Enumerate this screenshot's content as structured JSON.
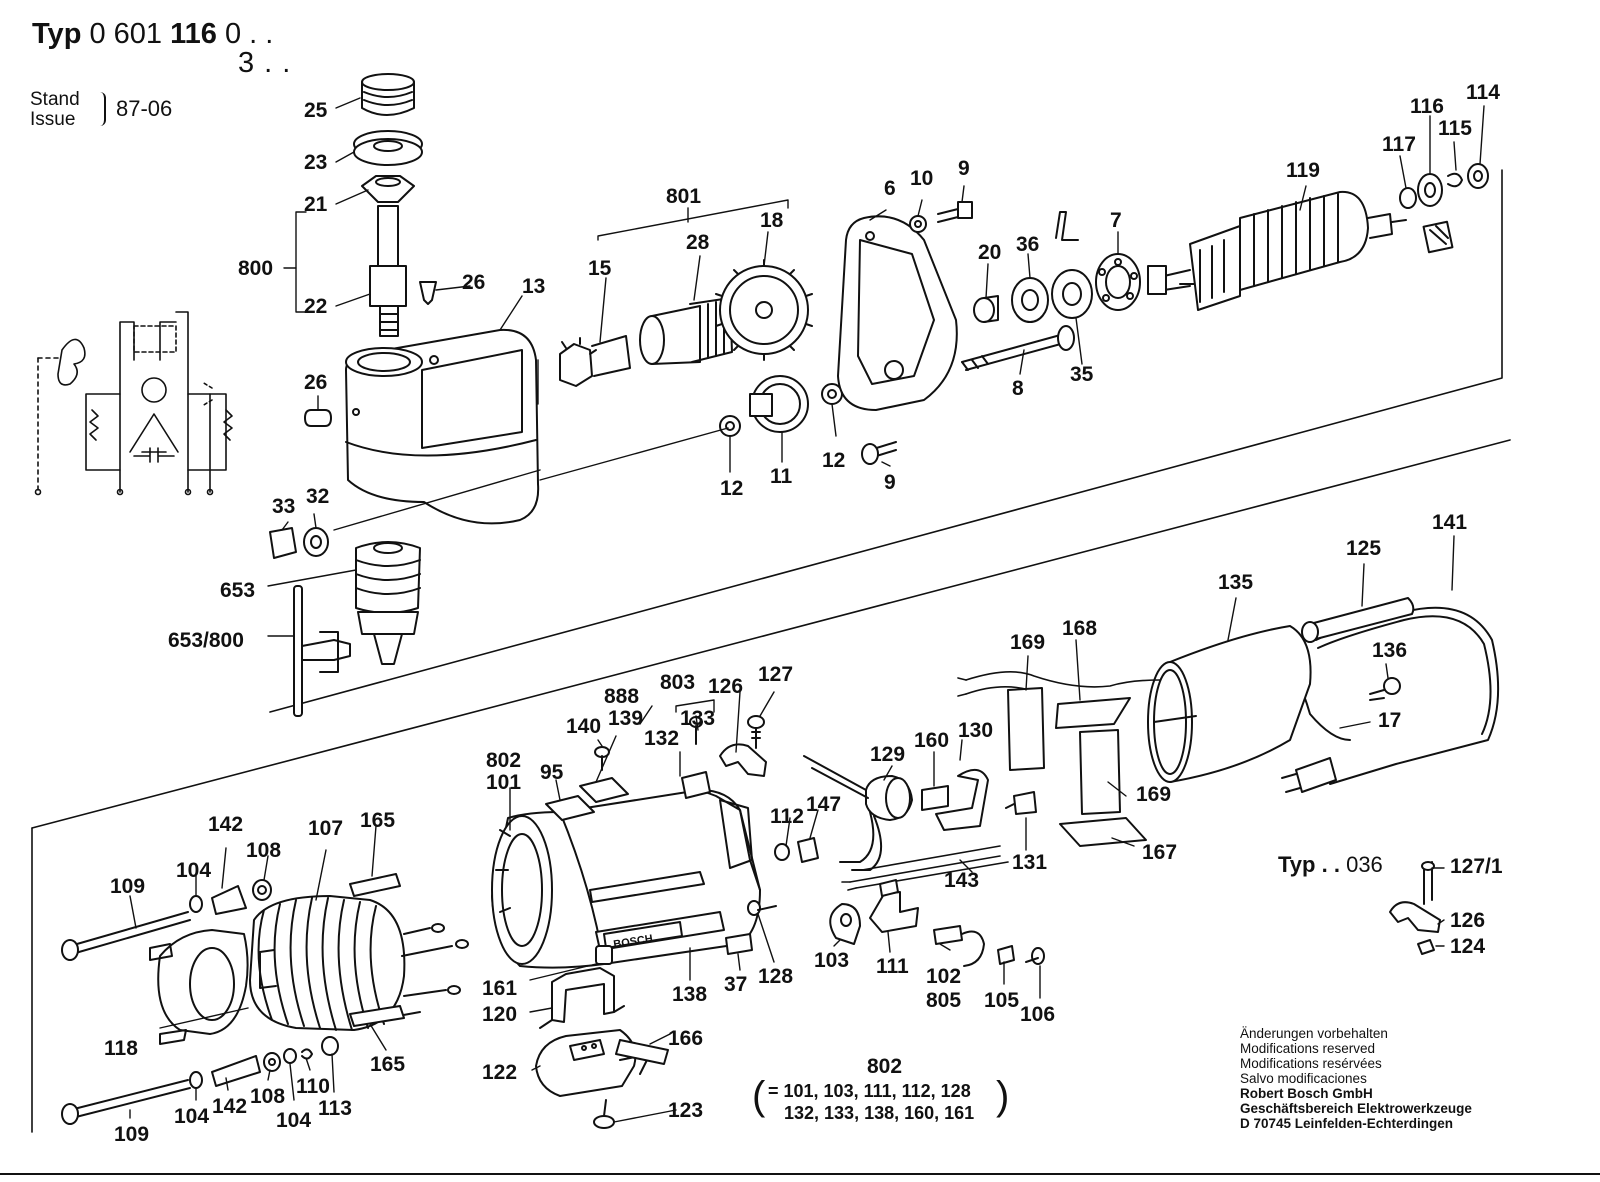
{
  "header": {
    "typ_prefix": "Typ",
    "typ_number_a": "0 601",
    "typ_number_b": "116",
    "typ_suffix1": "0 . .",
    "typ_suffix2": "3 . .",
    "stand_label": "Stand",
    "issue_label": "Issue",
    "date": "87-06"
  },
  "labels": [
    {
      "id": "p25",
      "text": "25"
    },
    {
      "id": "p23",
      "text": "23"
    },
    {
      "id": "p21",
      "text": "21"
    },
    {
      "id": "p800",
      "text": "800"
    },
    {
      "id": "p22",
      "text": "22"
    },
    {
      "id": "p26a",
      "text": "26"
    },
    {
      "id": "p13",
      "text": "13"
    },
    {
      "id": "p26b",
      "text": "26"
    },
    {
      "id": "p33",
      "text": "33"
    },
    {
      "id": "p32",
      "text": "32"
    },
    {
      "id": "p653",
      "text": "653"
    },
    {
      "id": "p653_800",
      "text": "653/800"
    },
    {
      "id": "p801",
      "text": "801"
    },
    {
      "id": "p28",
      "text": "28"
    },
    {
      "id": "p18",
      "text": "18"
    },
    {
      "id": "p15",
      "text": "15"
    },
    {
      "id": "p12a",
      "text": "12"
    },
    {
      "id": "p11",
      "text": "11"
    },
    {
      "id": "p12b",
      "text": "12"
    },
    {
      "id": "p9a",
      "text": "9"
    },
    {
      "id": "p6",
      "text": "6"
    },
    {
      "id": "p10",
      "text": "10"
    },
    {
      "id": "p9b",
      "text": "9"
    },
    {
      "id": "p20",
      "text": "20"
    },
    {
      "id": "p36",
      "text": "36"
    },
    {
      "id": "p7",
      "text": "7"
    },
    {
      "id": "p8",
      "text": "8"
    },
    {
      "id": "p35",
      "text": "35"
    },
    {
      "id": "p119",
      "text": "119"
    },
    {
      "id": "p117",
      "text": "117"
    },
    {
      "id": "p116",
      "text": "116"
    },
    {
      "id": "p115",
      "text": "115"
    },
    {
      "id": "p114",
      "text": "114"
    },
    {
      "id": "p141",
      "text": "141"
    },
    {
      "id": "p125",
      "text": "125"
    },
    {
      "id": "p135",
      "text": "135"
    },
    {
      "id": "p136",
      "text": "136"
    },
    {
      "id": "p17",
      "text": "17"
    },
    {
      "id": "p169a",
      "text": "169"
    },
    {
      "id": "p168",
      "text": "168"
    },
    {
      "id": "p169b",
      "text": "169"
    },
    {
      "id": "p167",
      "text": "167"
    },
    {
      "id": "p888",
      "text": "888"
    },
    {
      "id": "p803",
      "text": "803"
    },
    {
      "id": "p126a",
      "text": "126"
    },
    {
      "id": "p127",
      "text": "127"
    },
    {
      "id": "p139",
      "text": "139"
    },
    {
      "id": "p140",
      "text": "140"
    },
    {
      "id": "p133",
      "text": "133"
    },
    {
      "id": "p132",
      "text": "132"
    },
    {
      "id": "p802a",
      "text": "802"
    },
    {
      "id": "p101",
      "text": "101"
    },
    {
      "id": "p95",
      "text": "95"
    },
    {
      "id": "p129",
      "text": "129"
    },
    {
      "id": "p160",
      "text": "160"
    },
    {
      "id": "p130",
      "text": "130"
    },
    {
      "id": "p112",
      "text": "112"
    },
    {
      "id": "p147",
      "text": "147"
    },
    {
      "id": "p131",
      "text": "131"
    },
    {
      "id": "p143",
      "text": "143"
    },
    {
      "id": "p142a",
      "text": "142"
    },
    {
      "id": "p108a",
      "text": "108"
    },
    {
      "id": "p107",
      "text": "107"
    },
    {
      "id": "p165a",
      "text": "165"
    },
    {
      "id": "p109a",
      "text": "109"
    },
    {
      "id": "p104a",
      "text": "104"
    },
    {
      "id": "p118",
      "text": "118"
    },
    {
      "id": "p165b",
      "text": "165"
    },
    {
      "id": "p161",
      "text": "161"
    },
    {
      "id": "p138",
      "text": "138"
    },
    {
      "id": "p37",
      "text": "37"
    },
    {
      "id": "p128",
      "text": "128"
    },
    {
      "id": "p120",
      "text": "120"
    },
    {
      "id": "p166",
      "text": "166"
    },
    {
      "id": "p122",
      "text": "122"
    },
    {
      "id": "p123",
      "text": "123"
    },
    {
      "id": "p103",
      "text": "103"
    },
    {
      "id": "p111",
      "text": "111"
    },
    {
      "id": "p102",
      "text": "102"
    },
    {
      "id": "p805",
      "text": "805"
    },
    {
      "id": "p105",
      "text": "105"
    },
    {
      "id": "p106",
      "text": "106"
    },
    {
      "id": "p109b",
      "text": "109"
    },
    {
      "id": "p104b",
      "text": "104"
    },
    {
      "id": "p142b",
      "text": "142"
    },
    {
      "id": "p108b",
      "text": "108"
    },
    {
      "id": "p104c",
      "text": "104"
    },
    {
      "id": "p110",
      "text": "110"
    },
    {
      "id": "p113",
      "text": "113"
    },
    {
      "id": "p127_1",
      "text": "127/1"
    },
    {
      "id": "p126b",
      "text": "126"
    },
    {
      "id": "p124",
      "text": "124"
    }
  ],
  "variant": {
    "prefix": "Typ",
    "dots": ". .",
    "number": "036"
  },
  "kit": {
    "title": "802",
    "line1": "= 101, 103, 111,  112, 128",
    "line2": "132, 133, 138, 160, 161",
    "open": "(",
    "close": ")"
  },
  "notes": {
    "lines": [
      "Änderungen vorbehalten",
      "Modifications reserved",
      "Modifications resérvées",
      "Salvo modificaciones"
    ],
    "company": [
      "Robert Bosch GmbH",
      "Geschäftsbereich Elektrowerkzeuge",
      "D 70745 Leinfelden-Echterdingen"
    ]
  },
  "brand_mark": "BOSCH"
}
